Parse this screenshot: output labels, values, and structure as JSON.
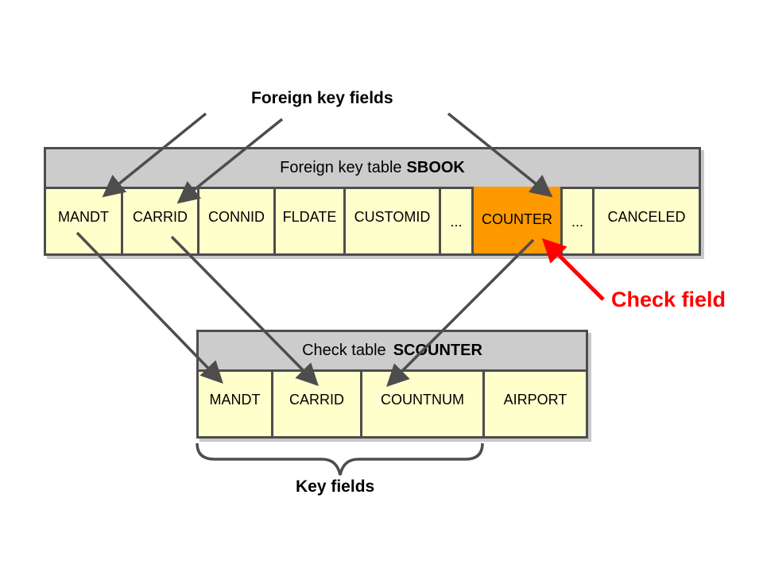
{
  "labels": {
    "foreign_key_fields": "Foreign key fields",
    "key_fields": "Key fields",
    "check_field": "Check field"
  },
  "foreign_key_table": {
    "title_prefix": "Foreign key table",
    "title_name": "SBOOK",
    "fields": [
      "MANDT",
      "CARRID",
      "CONNID",
      "FLDATE",
      "CUSTOMID",
      "...",
      "COUNTER",
      "...",
      "CANCELED"
    ],
    "highlighted_field": "COUNTER"
  },
  "check_table": {
    "title_prefix": "Check table",
    "title_name": "SCOUNTER",
    "fields": [
      "MANDT",
      "CARRID",
      "COUNTNUM",
      "AIRPORT"
    ]
  },
  "colors": {
    "field_fill": "#ffffcc",
    "header_fill": "#cccccc",
    "highlight_fill": "#ff9900",
    "border": "#4d4d4d",
    "arrow": "#4d4d4d",
    "check_field_accent": "#ff0000"
  },
  "relations": [
    {
      "from": "SBOOK.MANDT",
      "to": "SCOUNTER.MANDT"
    },
    {
      "from": "SBOOK.CARRID",
      "to": "SCOUNTER.CARRID"
    },
    {
      "from": "SBOOK.COUNTER",
      "to": "SCOUNTER.COUNTNUM"
    }
  ]
}
